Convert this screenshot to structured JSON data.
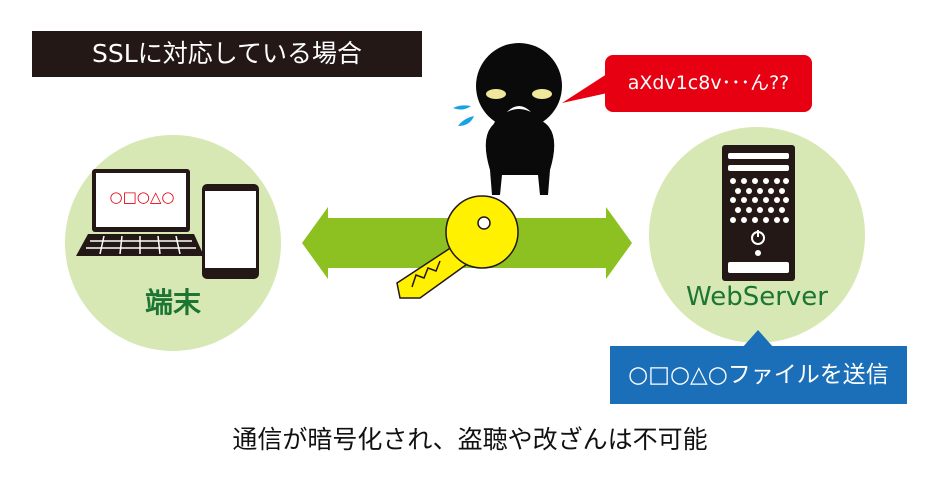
{
  "title": "SSLに対応している場合",
  "attacker_speech": "aXdv1c8v･･･ん??",
  "device": {
    "screen_text": "○□○△○",
    "label": "端末"
  },
  "server": {
    "label": "WebServer",
    "callout": "○□○△○ファイルを送信"
  },
  "caption": "通信が暗号化され、盗聴や改ざんは不可能",
  "colors": {
    "circle": "#d7e8b4",
    "arrow": "#8cc121",
    "key": "#fff100",
    "bubble": "#e60012",
    "callout": "#1a6fb8",
    "label_green": "#1d7534"
  }
}
